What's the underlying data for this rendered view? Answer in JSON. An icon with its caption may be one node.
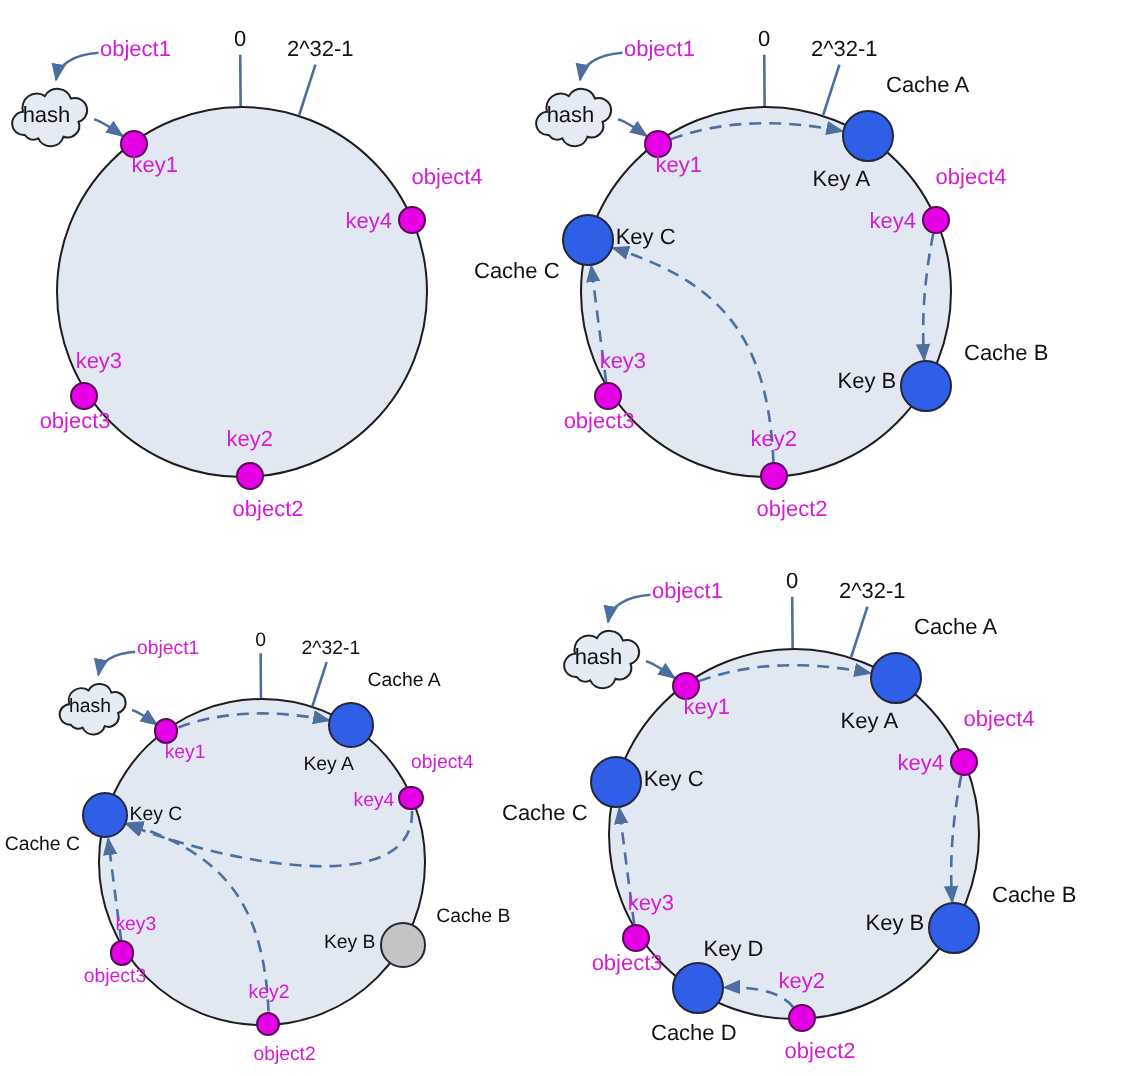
{
  "diagram": {
    "nodes": [
      {
        "text": [],
        "shape": "circle"
      },
      {
        "text": [
          "0"
        ]
      },
      {
        "text": [
          "2^32-1"
        ]
      },
      {
        "text": [
          "object1"
        ]
      },
      {
        "text": [
          "hash"
        ]
      },
      {
        "text": [
          "key1"
        ],
        "in": 0
      },
      {
        "text": [
          "object4",
          "key4"
        ],
        "in": 0
      },
      {
        "text": [
          "key3",
          "object3"
        ],
        "in": 0
      },
      {
        "text": [
          "key2",
          "object2"
        ],
        "in": 0
      },
      {
        "text": [],
        "shape": "circle"
      },
      {
        "text": [
          "0"
        ]
      },
      {
        "text": [
          "2^32-1"
        ]
      },
      {
        "text": [
          "object1"
        ]
      },
      {
        "text": [
          "hash"
        ]
      },
      {
        "text": [
          "key1"
        ],
        "in": 9
      },
      {
        "text": [
          "object4",
          "key4"
        ],
        "in": 9
      },
      {
        "text": [
          "key3",
          "object3"
        ],
        "in": 9
      },
      {
        "text": [
          "key2",
          "object2"
        ],
        "in": 9
      },
      {
        "text": [
          "Key A"
        ],
        "beside": [
          "Cache A"
        ],
        "in": 9
      },
      {
        "text": [
          "Key B"
        ],
        "beside": [
          "Cache B"
        ],
        "in": 9
      },
      {
        "text": [
          "Key C"
        ],
        "beside": [
          "Cache C"
        ],
        "in": 9
      },
      {
        "text": [],
        "shape": "circle"
      },
      {
        "text": [
          "0"
        ]
      },
      {
        "text": [
          "2^32-1"
        ]
      },
      {
        "text": [
          "object1"
        ]
      },
      {
        "text": [
          "hash"
        ]
      },
      {
        "text": [
          "key1"
        ],
        "in": 21
      },
      {
        "text": [
          "object4",
          "key4"
        ],
        "in": 21
      },
      {
        "text": [
          "key3",
          "object3"
        ],
        "in": 21
      },
      {
        "text": [
          "key2",
          "object2"
        ],
        "in": 21
      },
      {
        "text": [
          "Key A"
        ],
        "beside": [
          "Cache A"
        ],
        "in": 21
      },
      {
        "text": [
          "Key B"
        ],
        "beside": [
          "Cache B"
        ],
        "in": 21
      },
      {
        "text": [
          "Key C"
        ],
        "beside": [
          "Cache C"
        ],
        "in": 21
      },
      {
        "text": [],
        "shape": "circle"
      },
      {
        "text": [
          "0"
        ]
      },
      {
        "text": [
          "2^32-1"
        ]
      },
      {
        "text": [
          "object1"
        ]
      },
      {
        "text": [
          "hash"
        ]
      },
      {
        "text": [
          "key1"
        ],
        "in": 33
      },
      {
        "text": [
          "object4",
          "key4"
        ],
        "in": 33
      },
      {
        "text": [
          "key3",
          "object3"
        ],
        "in": 33
      },
      {
        "text": [
          "key2",
          "object2"
        ],
        "in": 33
      },
      {
        "text": [
          "Key A"
        ],
        "beside": [
          "Cache A"
        ],
        "in": 33
      },
      {
        "text": [
          "Key B"
        ],
        "beside": [
          "Cache B"
        ],
        "in": 33
      },
      {
        "text": [
          "Key C"
        ],
        "beside": [
          "Cache C"
        ],
        "in": 33
      },
      {
        "text": [
          "Key D"
        ],
        "beside": [
          "Cache D"
        ],
        "in": 33
      }
    ],
    "edges": [
      {
        "from": 1,
        "to": 0,
        "arrow": "none"
      },
      {
        "from": 2,
        "to": 0,
        "arrow": "none"
      },
      {
        "from": 3,
        "to": 4,
        "arrow": "to"
      },
      {
        "from": 4,
        "to": 5,
        "arrow": "to"
      },
      {
        "from": 10,
        "to": 9,
        "arrow": "none"
      },
      {
        "from": 11,
        "to": 9,
        "arrow": "none"
      },
      {
        "from": 12,
        "to": 13,
        "arrow": "to"
      },
      {
        "from": 13,
        "to": 14,
        "arrow": "to"
      },
      {
        "from": 14,
        "to": 18,
        "arrow": "to",
        "style": "dashed"
      },
      {
        "from": 15,
        "to": 19,
        "arrow": "to",
        "style": "dashed"
      },
      {
        "from": 16,
        "to": 20,
        "arrow": "to",
        "style": "dashed"
      },
      {
        "from": 17,
        "to": 20,
        "arrow": "to",
        "style": "dashed"
      },
      {
        "from": 22,
        "to": 21,
        "arrow": "none"
      },
      {
        "from": 23,
        "to": 21,
        "arrow": "none"
      },
      {
        "from": 24,
        "to": 25,
        "arrow": "to"
      },
      {
        "from": 25,
        "to": 26,
        "arrow": "to"
      },
      {
        "from": 26,
        "to": 30,
        "arrow": "to",
        "style": "dashed"
      },
      {
        "from": 27,
        "to": 32,
        "arrow": "to",
        "style": "dashed"
      },
      {
        "from": 28,
        "to": 32,
        "arrow": "to",
        "style": "dashed"
      },
      {
        "from": 29,
        "to": 32,
        "arrow": "to",
        "style": "dashed"
      },
      {
        "from": 34,
        "to": 33,
        "arrow": "none"
      },
      {
        "from": 35,
        "to": 33,
        "arrow": "none"
      },
      {
        "from": 36,
        "to": 37,
        "arrow": "to"
      },
      {
        "from": 37,
        "to": 38,
        "arrow": "to"
      },
      {
        "from": 38,
        "to": 42,
        "arrow": "to",
        "style": "dashed"
      },
      {
        "from": 39,
        "to": 43,
        "arrow": "to",
        "style": "dashed"
      },
      {
        "from": 40,
        "to": 44,
        "arrow": "to",
        "style": "dashed"
      },
      {
        "from": 41,
        "to": 45,
        "arrow": "to",
        "style": "dashed"
      }
    ]
  }
}
